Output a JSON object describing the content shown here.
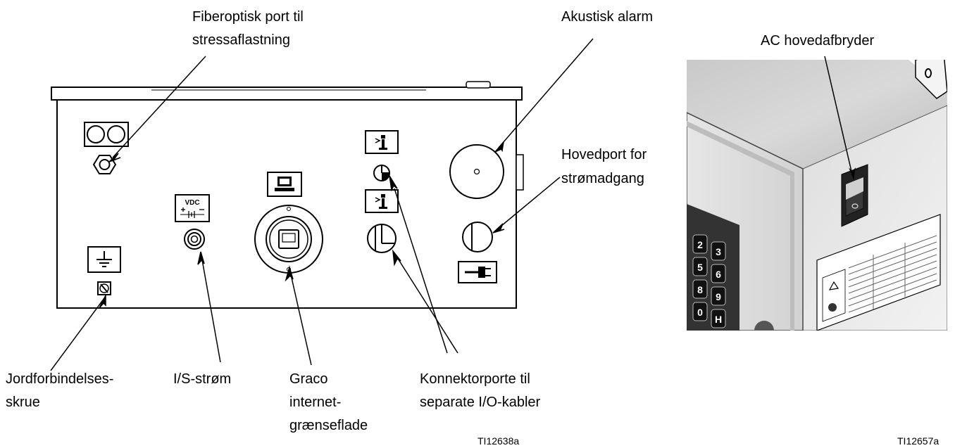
{
  "labels": {
    "fiber_port": [
      "Fiberoptisk port til",
      "stressaflastning"
    ],
    "acoustic_alarm": [
      "Akustisk alarm"
    ],
    "main_power_port": [
      "Hovedport for",
      "strømadgang"
    ],
    "ground_screw": [
      "Jordforbindelses-",
      "skrue"
    ],
    "io_power": [
      "I/S-strøm"
    ],
    "graco_interface": [
      "Graco",
      "internet-",
      "grænseflade"
    ],
    "connector_ports": [
      "Konnektorporte til",
      "separate I/O-kabler"
    ],
    "ac_switch": [
      "AC hovedafbryder"
    ]
  },
  "panel_symbols": {
    "vdc_text": "VDC"
  },
  "figure_codes": {
    "left": "TI12638a",
    "right": "TI12657a"
  },
  "keypad_keys": [
    "2",
    "3",
    "5",
    "6",
    "8",
    "9",
    "0",
    "H"
  ]
}
